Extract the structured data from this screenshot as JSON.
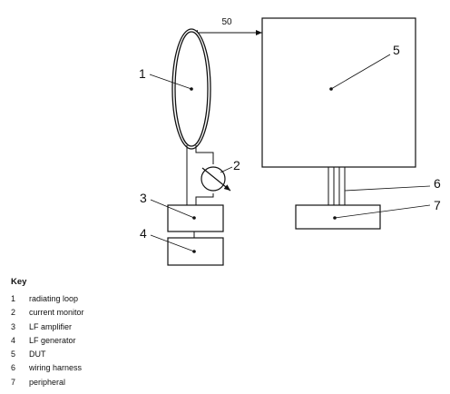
{
  "diagram": {
    "dimension_label": "50",
    "callouts": {
      "radiating_loop": "1",
      "current_monitor": "2",
      "lf_amplifier": "3",
      "lf_generator": "4",
      "dut": "5",
      "wiring_harness": "6",
      "peripheral": "7"
    }
  },
  "key": {
    "title": "Key",
    "items": [
      {
        "num": "1",
        "label": "radiating loop"
      },
      {
        "num": "2",
        "label": "current monitor"
      },
      {
        "num": "3",
        "label": "LF amplifier"
      },
      {
        "num": "4",
        "label": "LF generator"
      },
      {
        "num": "5",
        "label": "DUT"
      },
      {
        "num": "6",
        "label": "wiring harness"
      },
      {
        "num": "7",
        "label": "peripheral"
      }
    ]
  }
}
